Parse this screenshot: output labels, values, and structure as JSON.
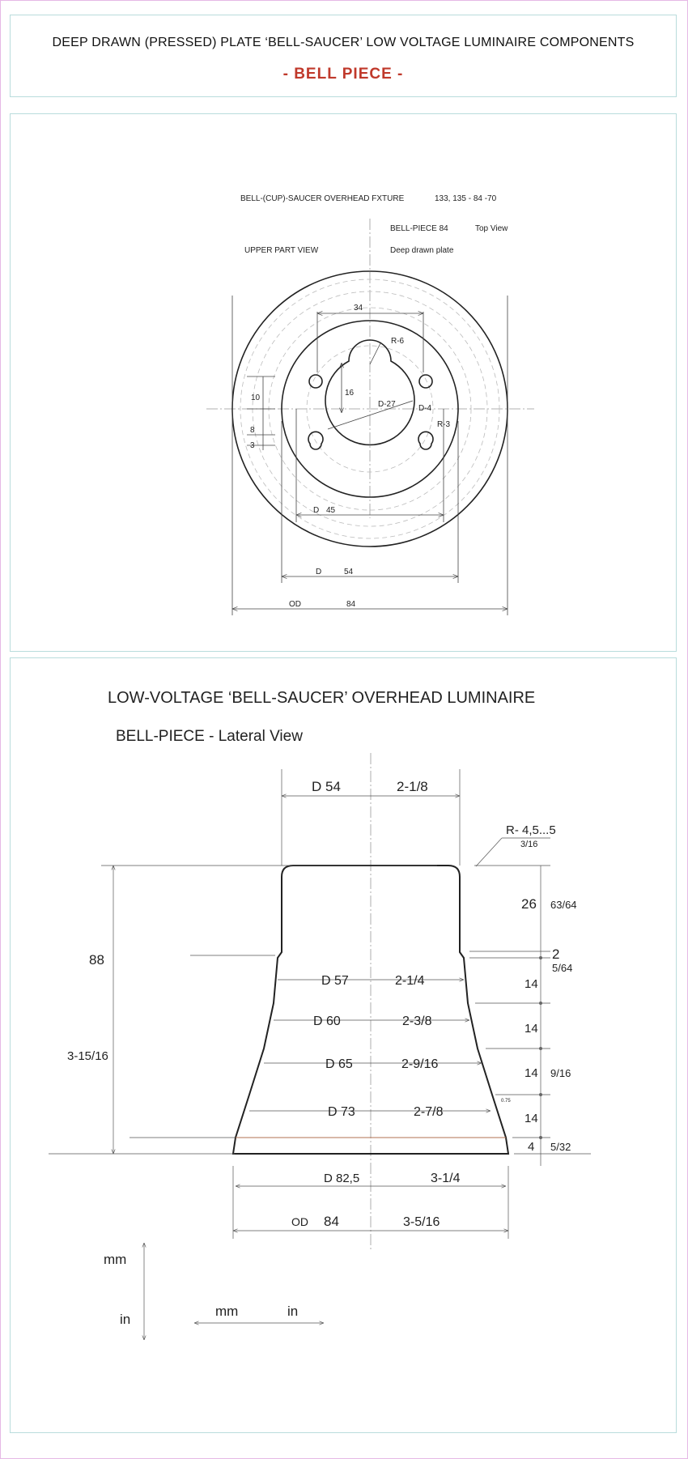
{
  "header": {
    "title": "DEEP DRAWN (PRESSED) PLATE ‘BELL-SAUCER’ LOW VOLTAGE LUMINAIRE COMPONENTS",
    "subtitle": "- BELL PIECE -"
  },
  "top_view": {
    "fixture": "BELL-(CUP)-SAUCER OVERHEAD FXTURE",
    "codes": "133, 135 - 84 -70",
    "piece": "BELL-PIECE 84",
    "view": "Top View",
    "upper": "UPPER PART VIEW",
    "material": "Deep drawn plate",
    "dims": {
      "d34": "34",
      "r6": "R-6",
      "d16": "16",
      "d27": "D-27",
      "d4": "D-4",
      "r3": "R-3",
      "d10": "10",
      "d8": "8",
      "d3": "3",
      "d45_label": "D",
      "d45": "45",
      "d54_label": "D",
      "d54": "54",
      "od_label": "OD",
      "od": "84"
    }
  },
  "lateral_view": {
    "title": "LOW-VOLTAGE ‘BELL-SAUCER’ OVERHEAD LUMINAIRE",
    "subtitle": "BELL-PIECE  -  Lateral View",
    "d54": "D  54",
    "d54_in": "2-1/8",
    "radius": "R- 4,5...5",
    "radius_in": "3/16",
    "height_mm": "88",
    "height_in": "3-15/16",
    "rows": [
      {
        "mm": "D   57",
        "in": "2-1/4"
      },
      {
        "mm": "D   60",
        "in": "2-3/8"
      },
      {
        "mm": "D  65",
        "in": "2-9/16"
      },
      {
        "mm": "D  73",
        "in": "2-7/8"
      },
      {
        "mm": "D 82,5",
        "in": "3-1/4"
      }
    ],
    "od": "OD",
    "od_mm": "84",
    "od_in": "3-5/16",
    "heights": [
      {
        "mm": "26",
        "in": "63/64"
      },
      {
        "mm": "2",
        "in": "5/64"
      },
      {
        "mm": "14",
        "in": ""
      },
      {
        "mm": "14",
        "in": ""
      },
      {
        "mm": "14",
        "in": "9/16"
      },
      {
        "mm": "14",
        "in": ""
      },
      {
        "mm": "4",
        "in": "5/32"
      }
    ],
    "thickness": "0.75",
    "legend": {
      "mm_v": "mm",
      "in_v": "in",
      "mm_h": "mm",
      "in_h": "in"
    }
  }
}
